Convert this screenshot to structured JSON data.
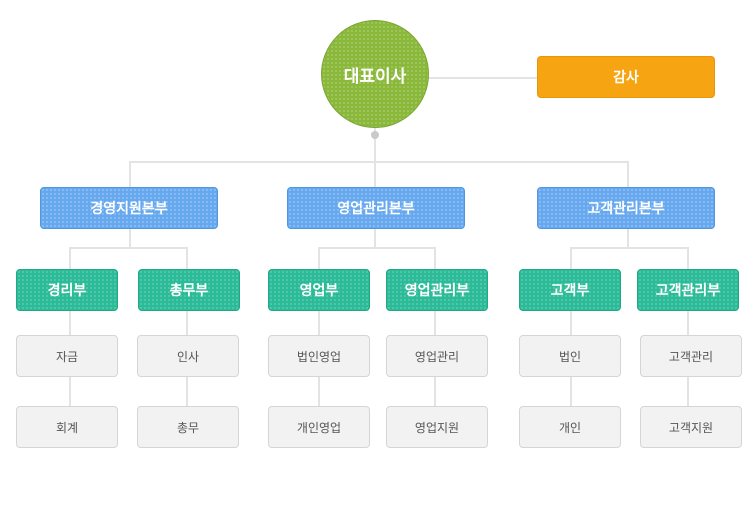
{
  "ceo": "대표이사",
  "audit": "감사",
  "divisions": [
    {
      "name": "경영지원본부",
      "departments": [
        {
          "name": "경리부",
          "teams": [
            "자금",
            "회계"
          ]
        },
        {
          "name": "총무부",
          "teams": [
            "인사",
            "총무"
          ]
        }
      ]
    },
    {
      "name": "영업관리본부",
      "departments": [
        {
          "name": "영업부",
          "teams": [
            "법인영업",
            "개인영업"
          ]
        },
        {
          "name": "영업관리부",
          "teams": [
            "영업관리",
            "영업지원"
          ]
        }
      ]
    },
    {
      "name": "고객관리본부",
      "departments": [
        {
          "name": "고객부",
          "teams": [
            "법인",
            "개인"
          ]
        },
        {
          "name": "고객관리부",
          "teams": [
            "고객관리",
            "고객지원"
          ]
        }
      ]
    }
  ],
  "colors": {
    "ceo": "#8ab83a",
    "audit": "#f7a412",
    "division": "#66a8ee",
    "department": "#2bbb97",
    "team": "#f2f2f2",
    "connector": "#e3e3e3"
  }
}
